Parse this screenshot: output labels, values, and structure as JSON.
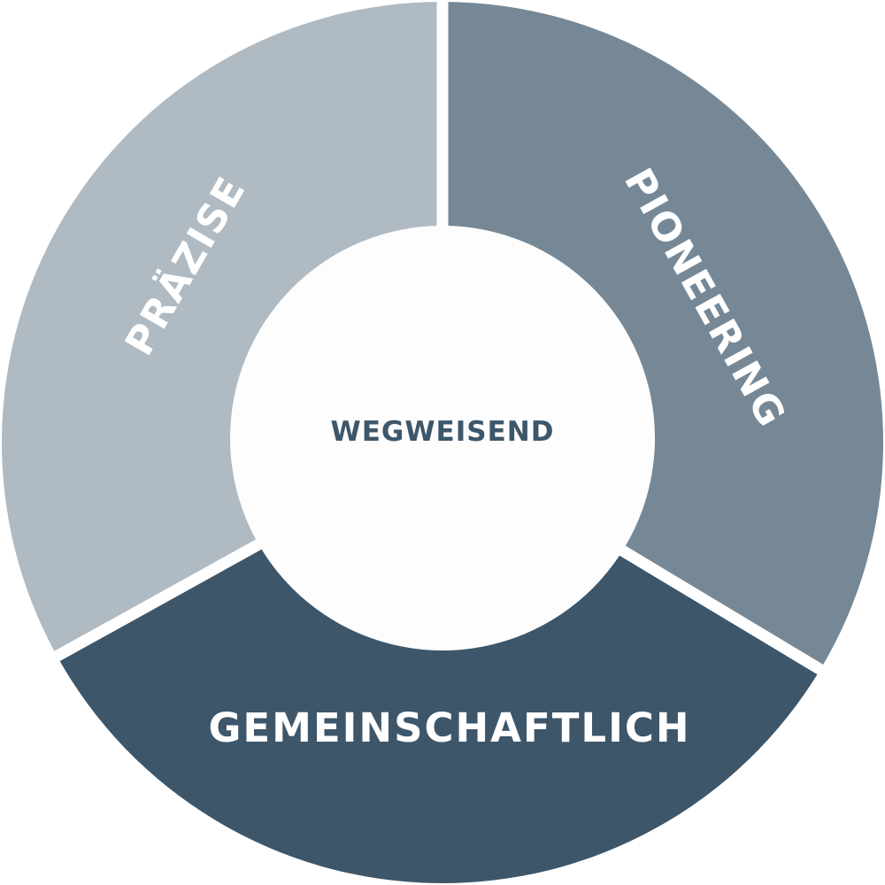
{
  "center": {
    "label": "WEGWEISEND"
  },
  "segments": [
    {
      "label": "PIONEERING",
      "color": "#768896"
    },
    {
      "label": "GEMEINSCHAFTLICH",
      "color": "#3d566a"
    },
    {
      "label": "PRÄZISE",
      "color": "#afbac3"
    }
  ],
  "colors": {
    "center_fill": "#fdfdfd",
    "center_text": "#3d566a",
    "label_text": "#ffffff"
  }
}
